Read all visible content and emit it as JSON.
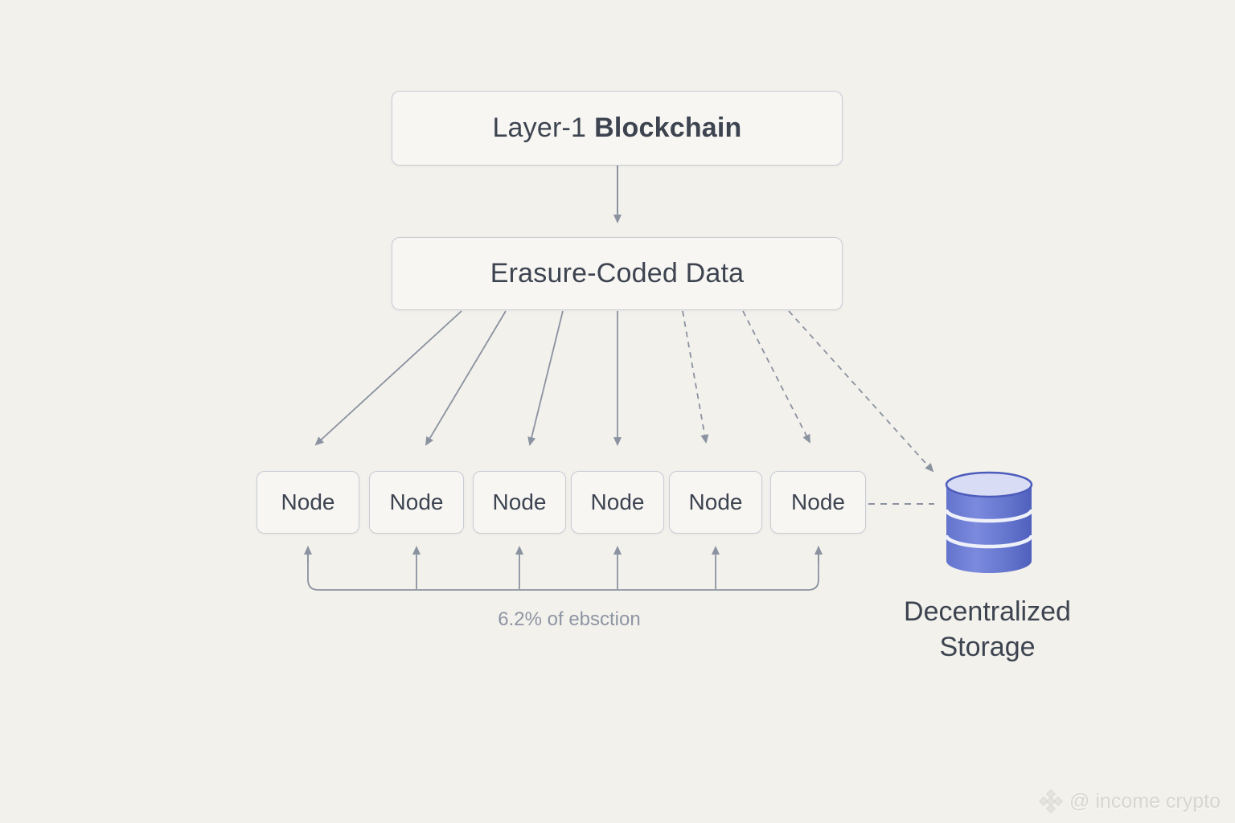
{
  "diagram": {
    "layer1_box": {
      "label_regular": "Layer-1",
      "label_bold": "Blockchain"
    },
    "erasure_box": {
      "label": "Erasure-Coded Data"
    },
    "nodes": [
      "Node",
      "Node",
      "Node",
      "Node",
      "Node",
      "Node"
    ],
    "storage": {
      "label_line1": "Decentralized",
      "label_line2": "Storage",
      "icon": "database-cylinder-icon"
    },
    "annotation": "6.2% of ebsction",
    "connections": {
      "solid_arrow_count": 5,
      "dashed_arrow_count": 3,
      "return_arrow_count": 6
    }
  },
  "watermark": {
    "logo_icon": "binance-diamond-icon",
    "handle": "@ income crypto"
  },
  "colors": {
    "background": "#f2f1ec",
    "box_fill": "#f7f6f3",
    "box_border": "#c8ccd5",
    "text_primary": "#3d4450",
    "arrow_gray": "#8b92a0",
    "annotation_text": "#8e95a3",
    "storage_blue": "#6575cf",
    "storage_blue_dark": "#4d5cbb",
    "storage_top": "#d8dcf4",
    "watermark_text": "#d7d6d1"
  }
}
